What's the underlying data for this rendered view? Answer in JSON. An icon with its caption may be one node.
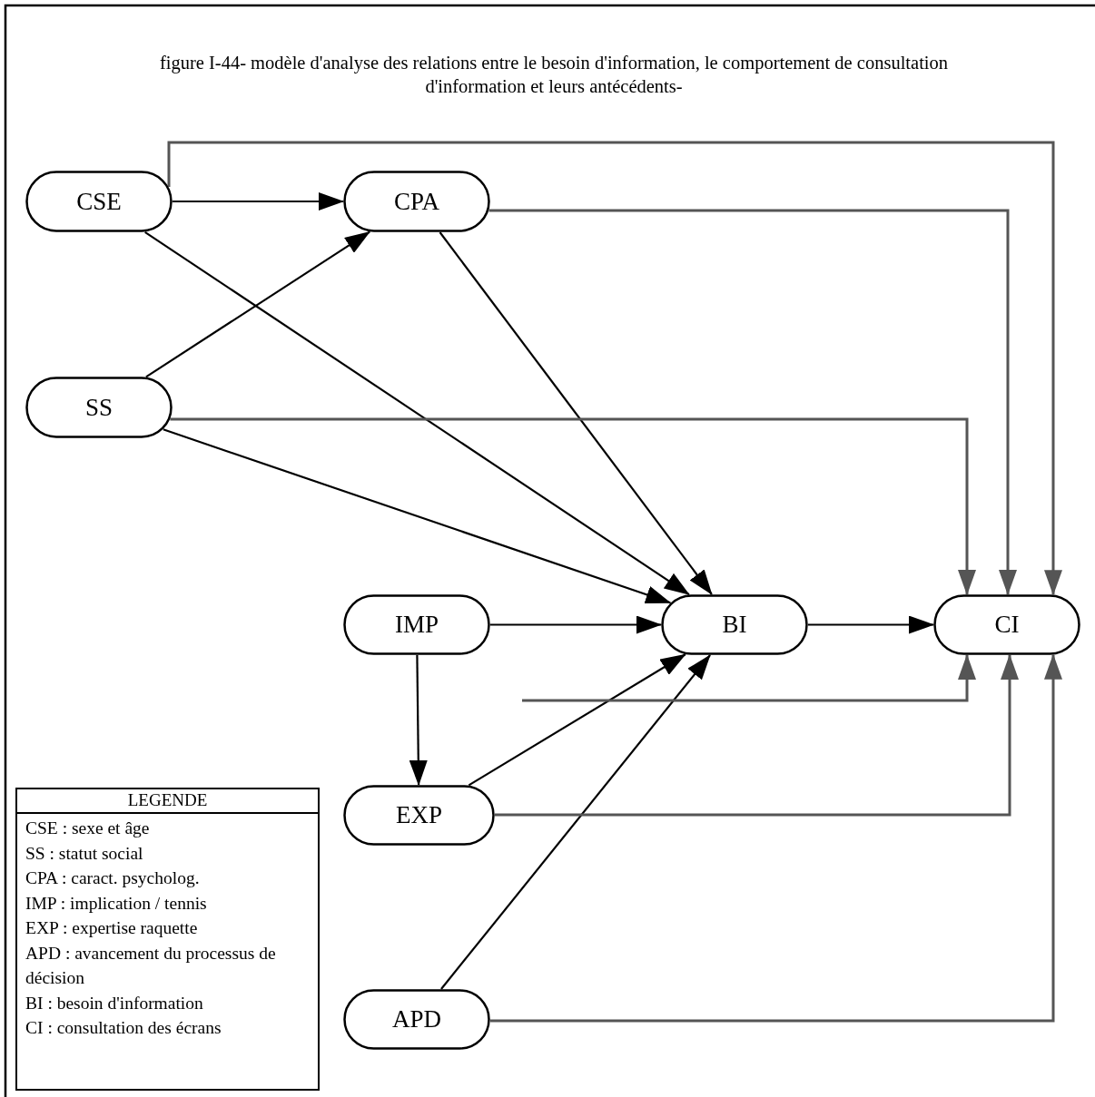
{
  "diagram": {
    "title": "figure I-44- modèle d'analyse des relations entre le besoin d'information, le comportement de consultation d'information et leurs antécédents-",
    "nodes": [
      {
        "text": [
          "CSE"
        ]
      },
      {
        "text": [
          "CPA"
        ]
      },
      {
        "text": [
          "SS"
        ]
      },
      {
        "text": [
          "IMP"
        ]
      },
      {
        "text": [
          "BI"
        ]
      },
      {
        "text": [
          "CI"
        ]
      },
      {
        "text": [
          "EXP"
        ]
      },
      {
        "text": [
          "APD"
        ]
      },
      {
        "text": [
          "LEGENDE",
          "CSE : sexe et âge",
          "SS : statut social",
          "CPA : caract. psycholog.",
          "IMP : implication / tennis",
          "EXP : expertise raquette",
          "APD : avancement du processus de décision",
          "BI : besoin d'information",
          "CI : consultation des écrans"
        ]
      }
    ],
    "edges": [
      {
        "from": 0,
        "to": 1,
        "arrow": "to"
      },
      {
        "from": 2,
        "to": 1,
        "arrow": "to"
      },
      {
        "from": 0,
        "to": 4,
        "arrow": "to"
      },
      {
        "from": 1,
        "to": 4,
        "arrow": "to"
      },
      {
        "from": 2,
        "to": 4,
        "arrow": "to"
      },
      {
        "from": 3,
        "to": 4,
        "arrow": "to"
      },
      {
        "from": 6,
        "to": 4,
        "arrow": "to"
      },
      {
        "from": 7,
        "to": 4,
        "arrow": "to"
      },
      {
        "from": 3,
        "to": 6,
        "arrow": "to"
      },
      {
        "from": 4,
        "to": 5,
        "arrow": "to"
      },
      {
        "from": 0,
        "to": 5,
        "arrow": "to",
        "color": "#555555"
      },
      {
        "from": 1,
        "to": 5,
        "arrow": "to",
        "color": "#555555"
      },
      {
        "from": 2,
        "to": 5,
        "arrow": "to",
        "color": "#555555"
      },
      {
        "from": null,
        "to": 5,
        "arrow": "to",
        "color": "#555555"
      },
      {
        "from": 6,
        "to": 5,
        "arrow": "to",
        "color": "#555555"
      },
      {
        "from": 7,
        "to": 5,
        "arrow": "to",
        "color": "#555555"
      }
    ]
  }
}
